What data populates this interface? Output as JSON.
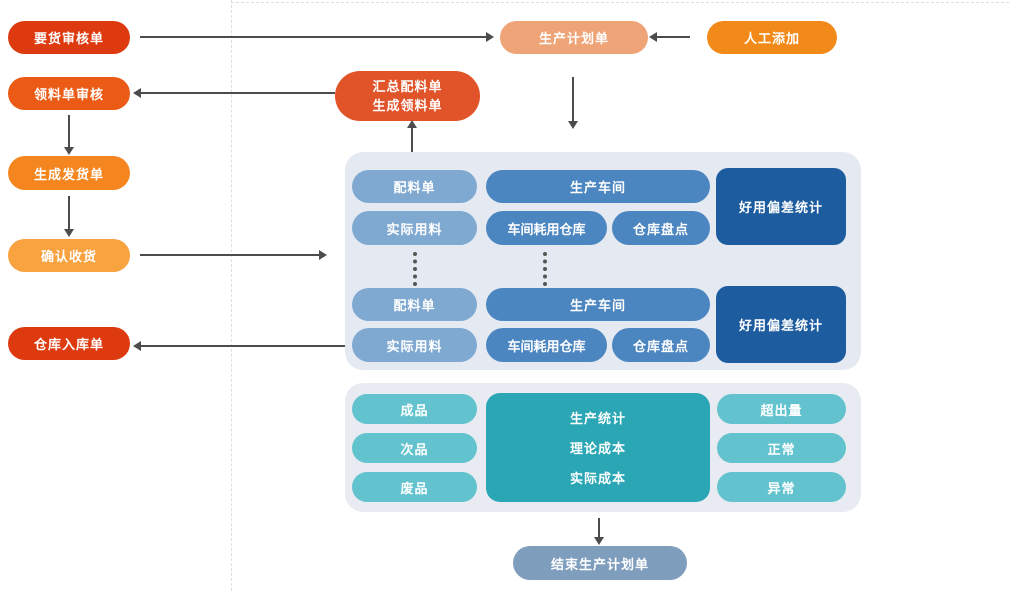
{
  "colors": {
    "red": "#de3a10",
    "orange_red": "#eb5b16",
    "orange": "#f5861f",
    "light_orange": "#f9a240",
    "salmon": "#efa478",
    "manual_orange": "#f18a18",
    "summary_red": "#e15328",
    "light_blue": "#7fa9d1",
    "medium_blue": "#4c86c0",
    "dark_blue": "#1d5c9f",
    "light_teal": "#62c3ce",
    "dark_teal": "#2aa6b4",
    "end_blue_gray": "#7f9ebe",
    "panel_bg": "#e7ebf2",
    "arrow": "#4c4c4c"
  },
  "flow_left": {
    "demand_review": "要货审核单",
    "picking_review": "领料单审核",
    "generate_shipment": "生成发货单",
    "confirm_receipt": "确认收货",
    "warehouse_inbound": "仓库入库单"
  },
  "top": {
    "production_plan": "生产计划单",
    "manual_add": "人工添加",
    "summary_line1": "汇总配料单",
    "summary_line2": "生成领料单"
  },
  "workshop": {
    "groups": [
      {
        "ingredient_list": "配料单",
        "production_workshop": "生产车间",
        "usage_deviation": "好用偏差统计",
        "actual_usage": "实际用料",
        "workshop_consume_warehouse": "车间耗用仓库",
        "warehouse_check": "仓库盘点"
      },
      {
        "ingredient_list": "配料单",
        "production_workshop": "生产车间",
        "usage_deviation": "好用偏差统计",
        "actual_usage": "实际用料",
        "workshop_consume_warehouse": "车间耗用仓库",
        "warehouse_check": "仓库盘点"
      }
    ]
  },
  "output": {
    "finished": "成品",
    "defective": "次品",
    "scrap": "废品",
    "stats": [
      "生产统计",
      "理论成本",
      "实际成本"
    ],
    "exceed": "超出量",
    "normal": "正常",
    "abnormal": "异常"
  },
  "end": {
    "end_plan": "结束生产计划单"
  }
}
